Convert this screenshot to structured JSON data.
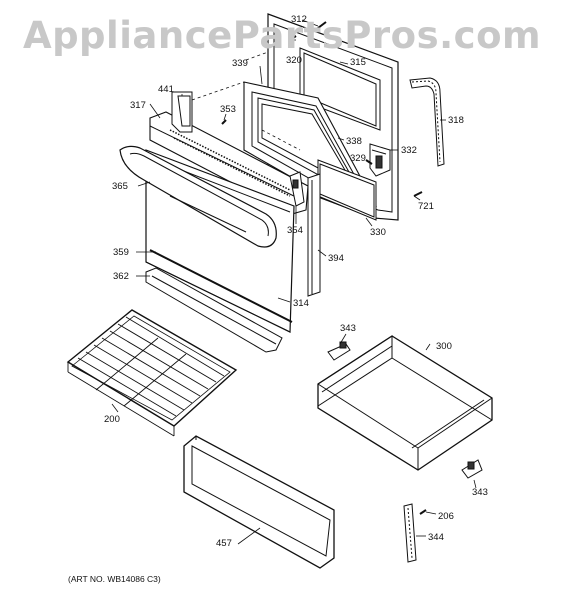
{
  "watermark": "AppliancePartsPros.com",
  "art_number": "(ART NO. WB14086 C3)",
  "parts": {
    "p312": "312",
    "p320": "320",
    "p315": "315",
    "p339": "339",
    "p441": "441",
    "p317": "317",
    "p353": "353",
    "p318": "318",
    "p338": "338",
    "p332": "332",
    "p329": "329",
    "p365": "365",
    "p721": "721",
    "p354": "354",
    "p330": "330",
    "p359": "359",
    "p394": "394",
    "p362": "362",
    "p314": "314",
    "p343a": "343",
    "p300": "300",
    "p200": "200",
    "p343b": "343",
    "p206": "206",
    "p457": "457",
    "p344": "344"
  }
}
